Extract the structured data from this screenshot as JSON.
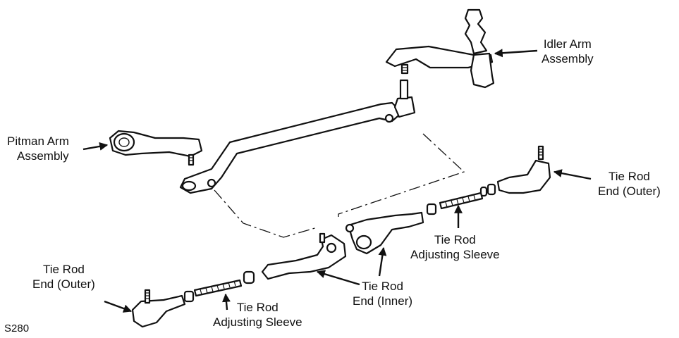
{
  "labels": {
    "idler_arm": [
      "Idler Arm",
      "Assembly"
    ],
    "pitman_arm": [
      "Pitman Arm",
      "Assembly"
    ],
    "tie_rod_end_outer_right": [
      "Tie Rod",
      "End (Outer)"
    ],
    "tie_rod_end_outer_left": [
      "Tie Rod",
      "End (Outer)"
    ],
    "adjusting_sleeve_right": [
      "Tie Rod",
      "Adjusting Sleeve"
    ],
    "adjusting_sleeve_left": [
      "Tie Rod",
      "Adjusting Sleeve"
    ],
    "tie_rod_end_inner": [
      "Tie Rod",
      "End (Inner)"
    ]
  },
  "figure_id": "S280"
}
